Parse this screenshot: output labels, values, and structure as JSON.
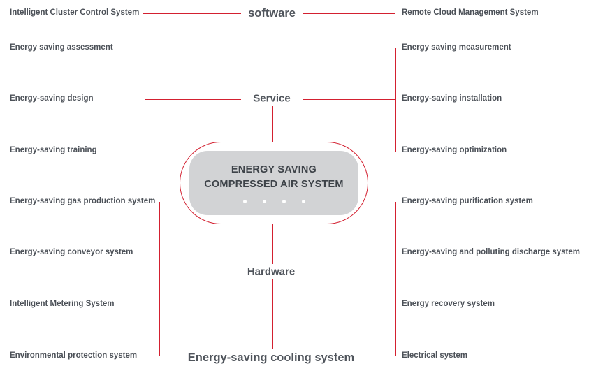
{
  "diagram": {
    "title": "Energy Saving Compressed Air System mind map",
    "accent_color": "#d32030",
    "label_color": "#4c5158",
    "pill_color": "#d2d3d5"
  },
  "center": {
    "title": "ENERGY SAVING\nCOMPRESSED AIR SYSTEM",
    "dot_count": 4
  },
  "categories": {
    "software": "software",
    "service": "Service",
    "hardware": "Hardware",
    "cooling": "Energy-saving cooling system"
  },
  "branches": {
    "software": {
      "left": [
        "Intelligent Cluster Control System"
      ],
      "right": [
        "Remote Cloud Management System"
      ]
    },
    "service": {
      "left": [
        "Energy saving assessment",
        "Energy-saving design",
        "Energy-saving training"
      ],
      "right": [
        "Energy saving measurement",
        "Energy-saving installation",
        "Energy-saving optimization"
      ]
    },
    "hardware": {
      "left": [
        "Energy-saving gas production system",
        "Energy-saving conveyor system",
        "Intelligent Metering System",
        "Environmental protection system"
      ],
      "right": [
        "Energy-saving purification system",
        "Energy-saving and polluting discharge system",
        "Energy recovery system",
        "Electrical system"
      ]
    }
  }
}
